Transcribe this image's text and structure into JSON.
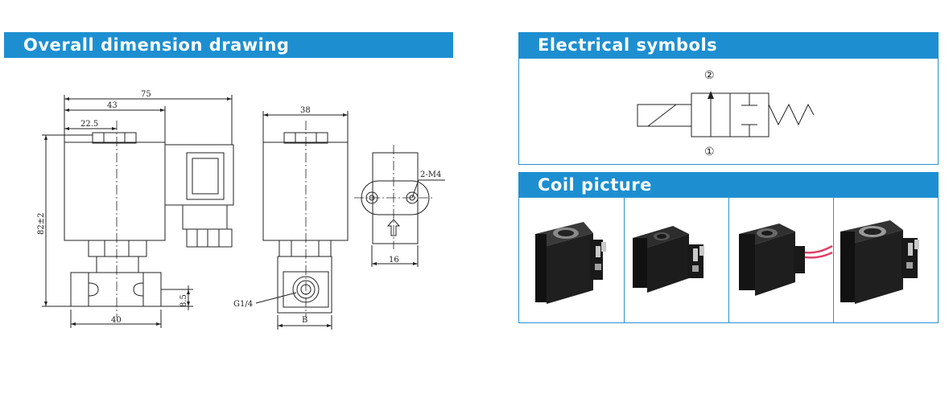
{
  "sections": {
    "dimension_title": "Overall dimension drawing",
    "electrical_title": "Electrical symbols",
    "coil_title": "Coil picture"
  },
  "dimensions": {
    "d75": "75",
    "d43": "43",
    "d22_5": "22.5",
    "d82": "82±2",
    "d40": "40",
    "d8_5": "8.5",
    "d38": "38",
    "dG": "G1/4",
    "dB": "B",
    "dM4": "2-M4",
    "d16": "16"
  },
  "symbol": {
    "port_top": "②",
    "port_bottom": "①"
  },
  "colors": {
    "banner": "#1d8fd1",
    "border": "#2a92d2",
    "coil_body": "#1e1e1e",
    "wire": "#e0406a"
  },
  "coil_pictures": [
    {
      "name": "coil-picture-1"
    },
    {
      "name": "coil-picture-2"
    },
    {
      "name": "coil-picture-3"
    },
    {
      "name": "coil-picture-4"
    }
  ]
}
